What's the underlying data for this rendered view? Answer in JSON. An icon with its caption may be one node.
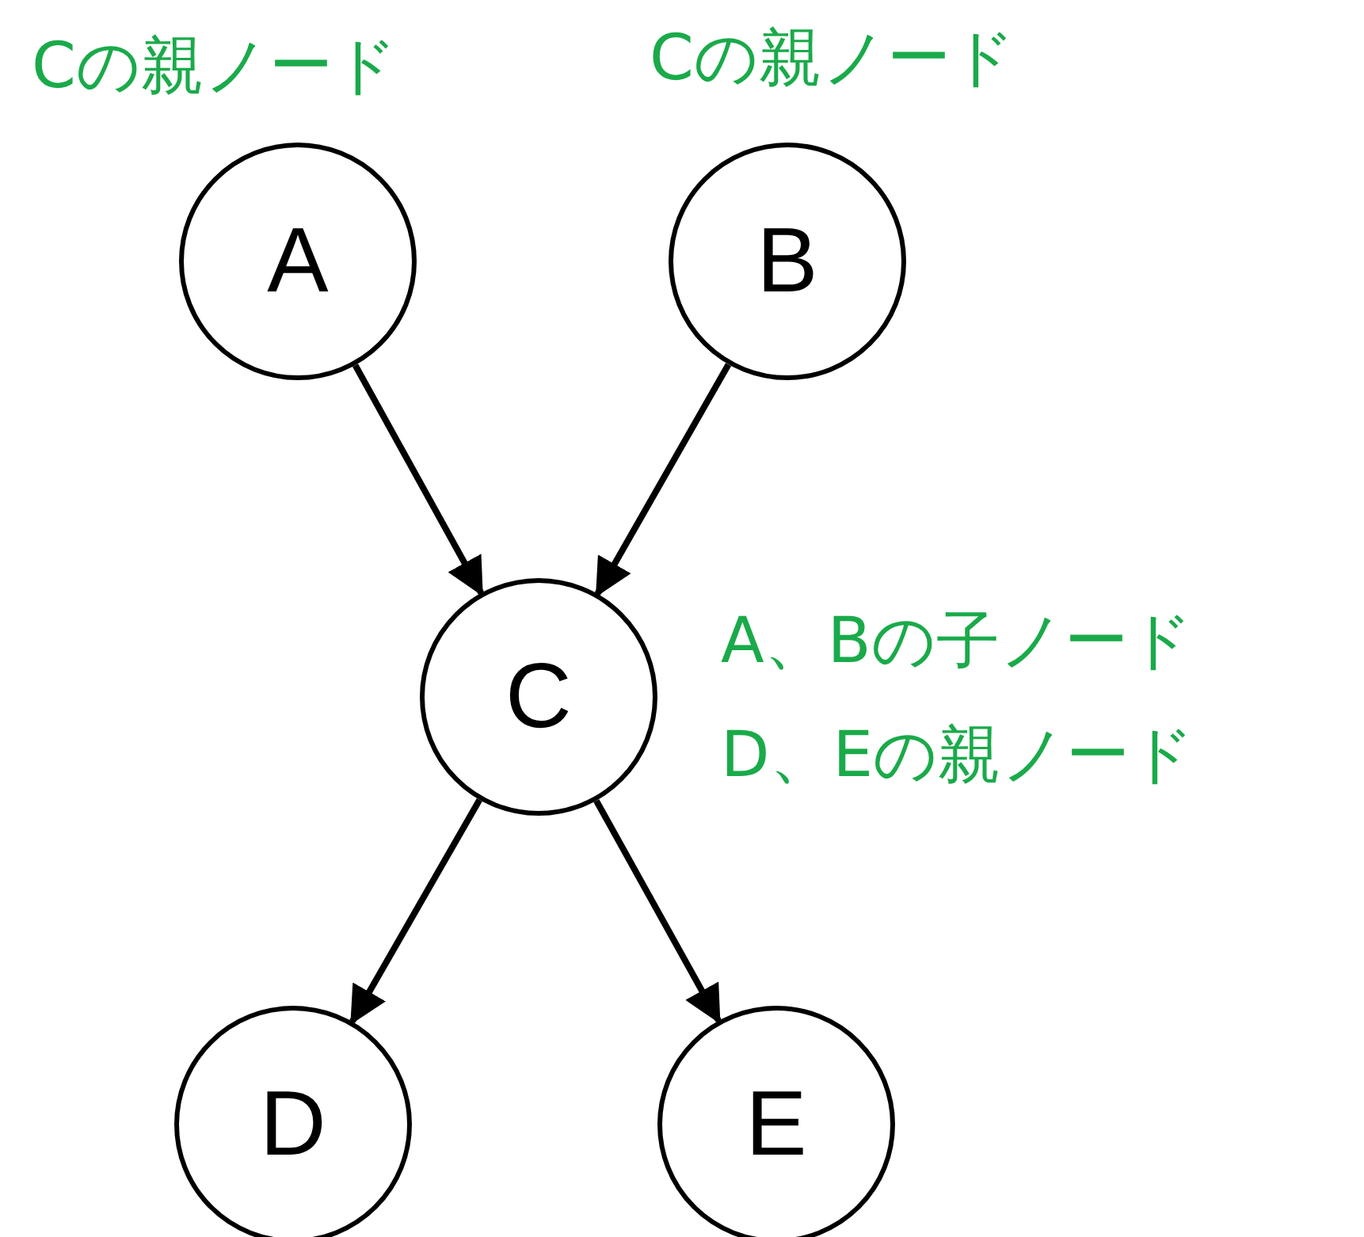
{
  "diagram": {
    "nodes": [
      {
        "text": [
          "A"
        ],
        "beside": [
          "Cの親ノード"
        ]
      },
      {
        "text": [
          "B"
        ],
        "beside": [
          "Cの親ノード"
        ]
      },
      {
        "text": [
          "C"
        ],
        "beside": [
          "A、Bの子ノード",
          "D、Eの親ノード"
        ]
      },
      {
        "text": [
          "D"
        ]
      },
      {
        "text": [
          "E"
        ]
      }
    ],
    "edges": [
      {
        "from": 0,
        "to": 2,
        "arrow": "to"
      },
      {
        "from": 1,
        "to": 2,
        "arrow": "to"
      },
      {
        "from": 2,
        "to": 3,
        "arrow": "to"
      },
      {
        "from": 2,
        "to": 4,
        "arrow": "to"
      }
    ]
  }
}
